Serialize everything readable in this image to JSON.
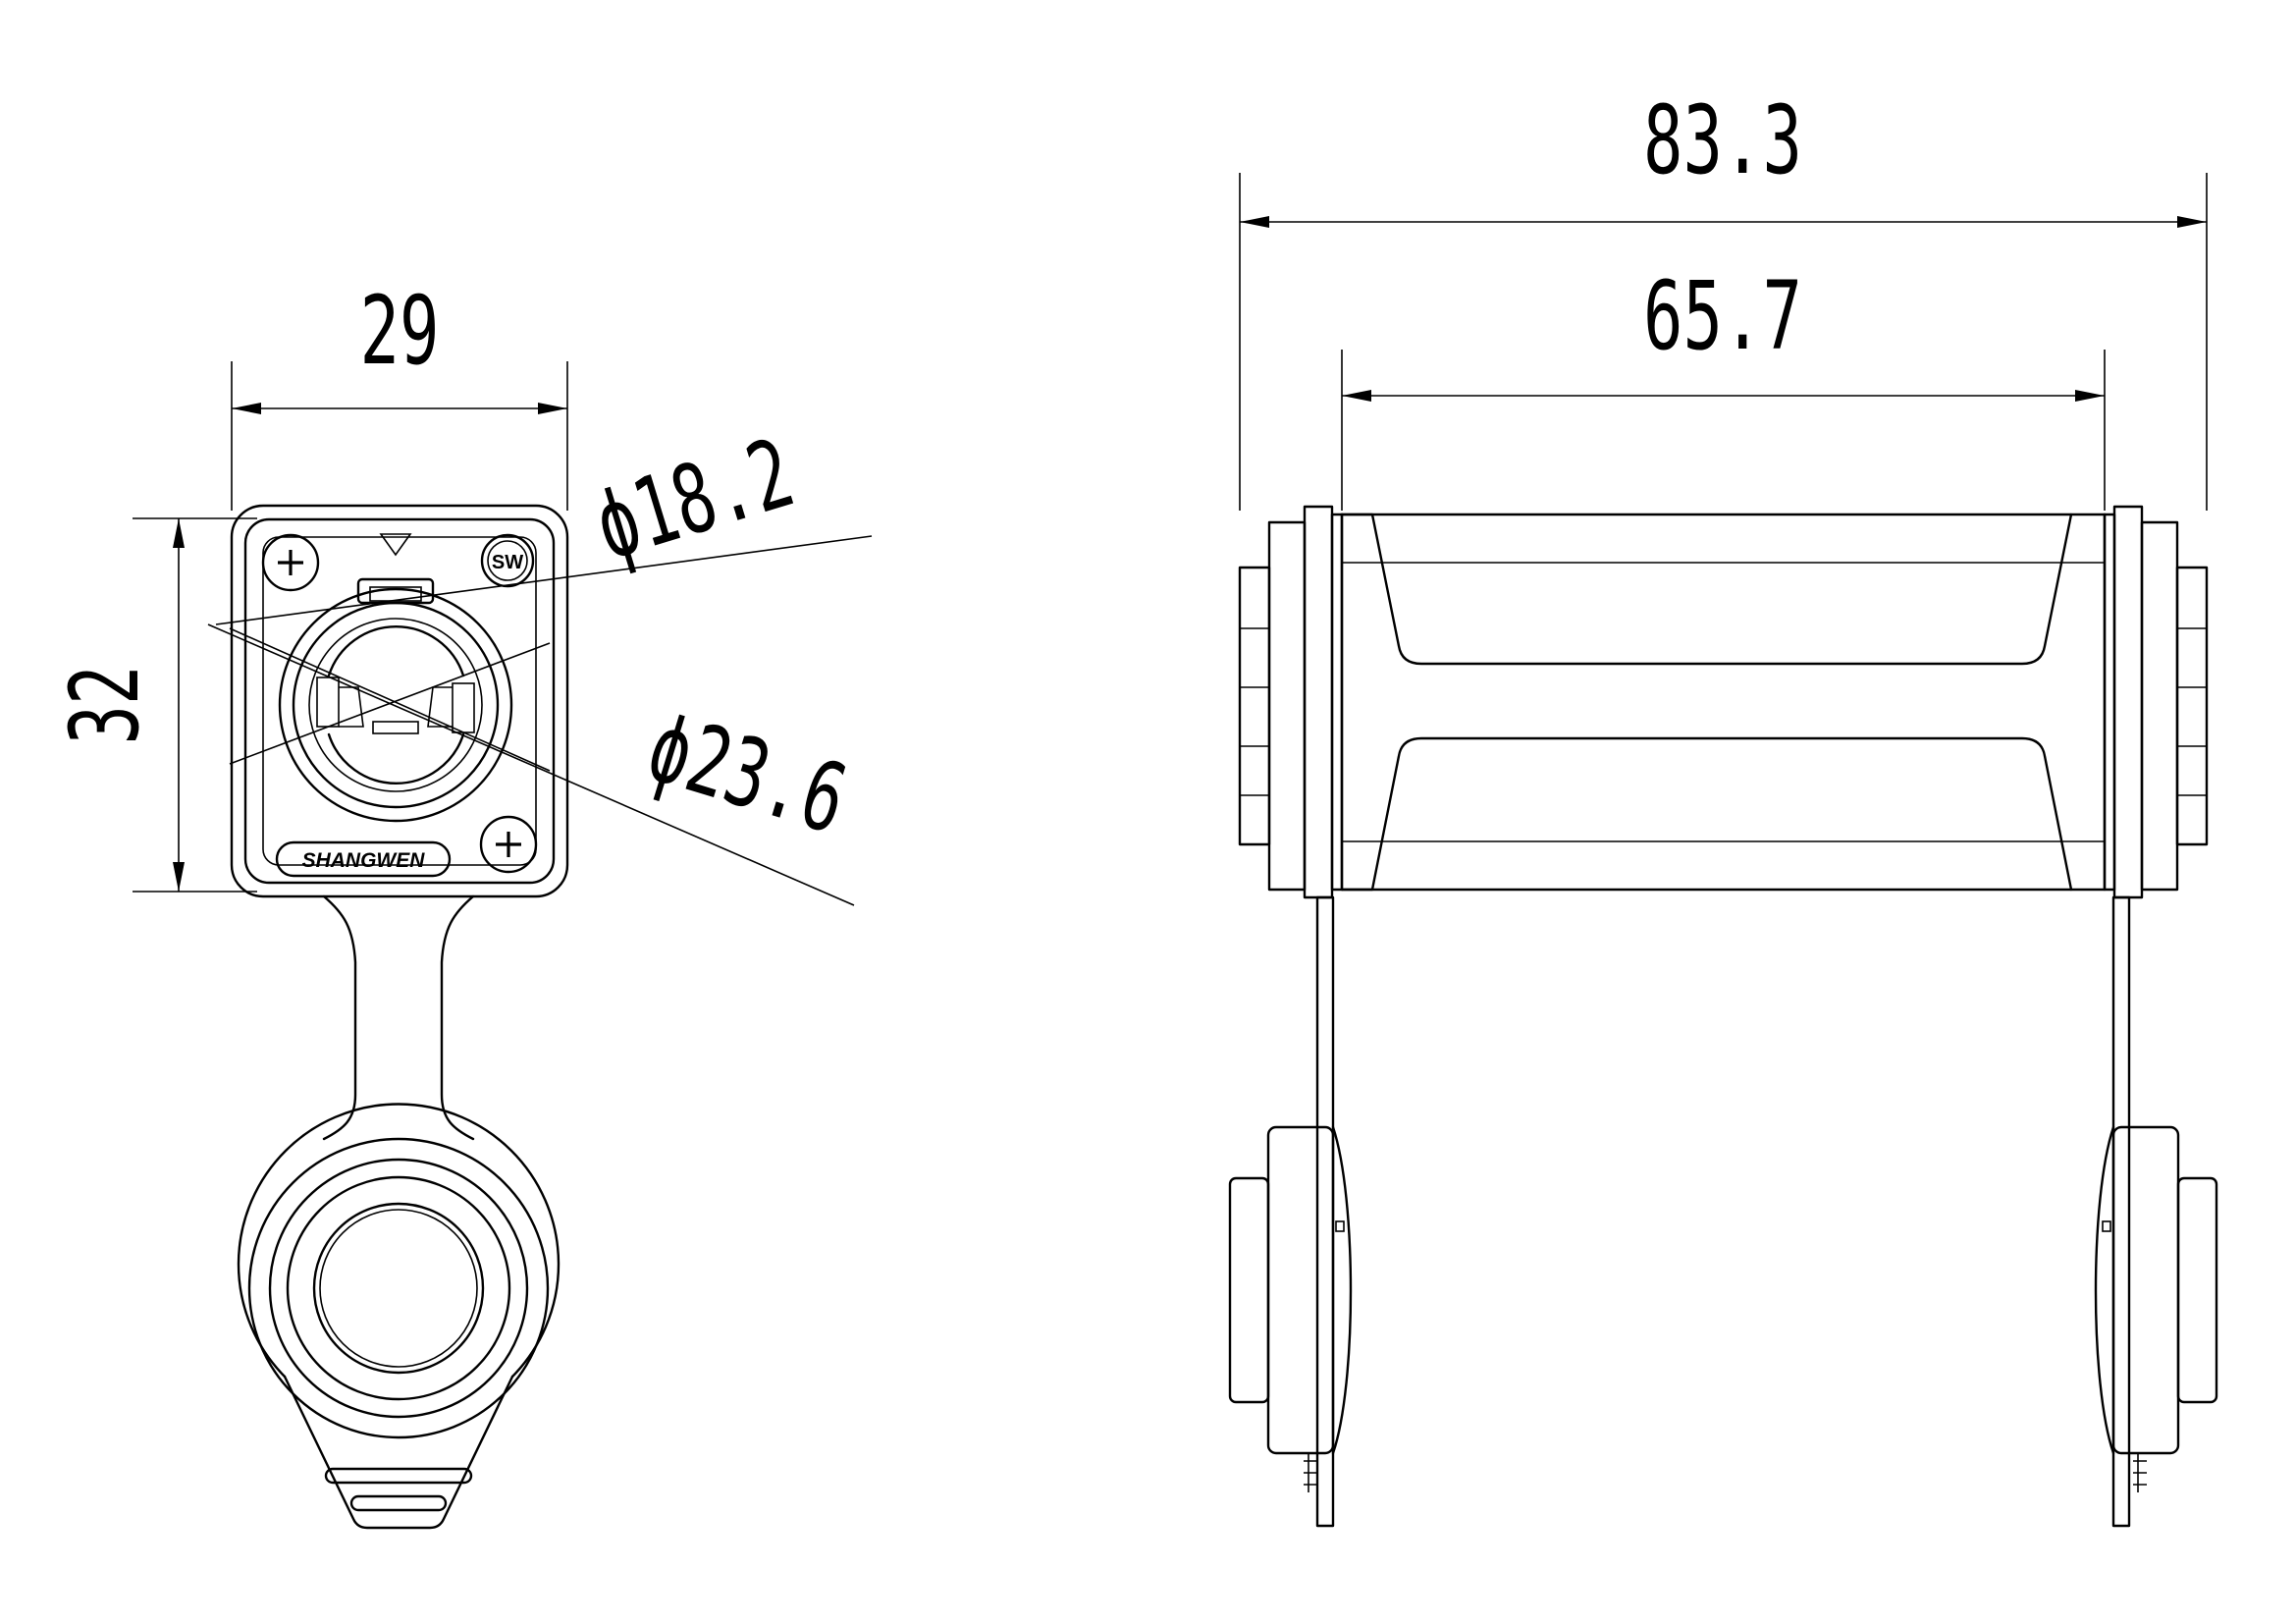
{
  "front_view": {
    "dim_width": "29",
    "dim_height": "32",
    "dim_inner_diameter": "ϕ18.2",
    "dim_outer_diameter": "ϕ23.6",
    "brand_label": "SHANGWEN",
    "logo_text": "SW"
  },
  "side_view": {
    "dim_overall_length": "83.3",
    "dim_body_length": "65.7"
  }
}
